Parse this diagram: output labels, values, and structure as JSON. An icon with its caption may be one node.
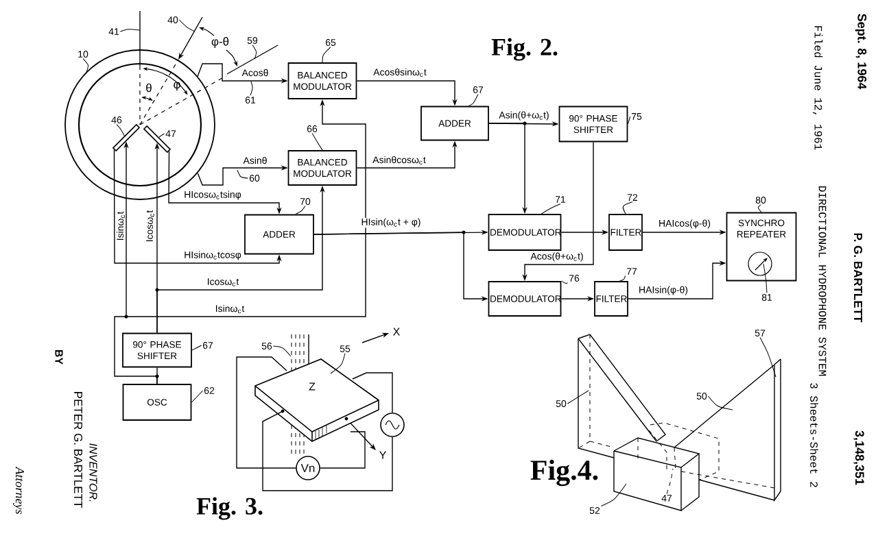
{
  "diagram": {
    "nodes": [
      {
        "text": [],
        "shape": "circle"
      },
      {
        "text": [],
        "shape": "bar",
        "in": 0
      },
      {
        "text": [],
        "shape": "bar",
        "in": 0
      },
      {
        "text": [
          "BALANCED MODULATOR"
        ]
      },
      {
        "text": [
          "BALANCED MODULATOR"
        ]
      },
      {
        "text": [
          "ADDER"
        ]
      },
      {
        "text": [
          "90° PHASE SHIFTER"
        ]
      },
      {
        "text": [
          "ADDER"
        ]
      },
      {
        "text": [
          "DEMODULATOR"
        ]
      },
      {
        "text": [
          "FILTER"
        ]
      },
      {
        "text": [
          "SYNCHRO REPEATER"
        ]
      },
      {
        "text": [
          "DEMODULATOR"
        ]
      },
      {
        "text": [
          "FILTER"
        ]
      },
      {
        "text": [
          "90° PHASE SHIFTER"
        ]
      },
      {
        "text": [
          "OSC"
        ]
      },
      {
        "text": [],
        "shape": "plate"
      },
      {
        "text": [],
        "shape": "circle"
      },
      {
        "text": [
          "Vn"
        ]
      },
      {
        "text": [
          "10"
        ]
      },
      {
        "text": [
          "46"
        ],
        "in": 0
      },
      {
        "text": [
          "47"
        ],
        "in": 0
      },
      {
        "text": [
          "41"
        ]
      },
      {
        "text": [
          "40"
        ]
      },
      {
        "text": [
          "59"
        ]
      },
      {
        "text": [
          "65"
        ]
      },
      {
        "text": [
          "61"
        ]
      },
      {
        "text": [
          "66"
        ]
      },
      {
        "text": [
          "60"
        ]
      },
      {
        "text": [
          "67"
        ]
      },
      {
        "text": [
          "75"
        ]
      },
      {
        "text": [
          "70"
        ]
      },
      {
        "text": [
          "71"
        ]
      },
      {
        "text": [
          "72"
        ]
      },
      {
        "text": [
          "80"
        ]
      },
      {
        "text": [
          "81"
        ]
      },
      {
        "text": [
          "76"
        ]
      },
      {
        "text": [
          "77"
        ]
      },
      {
        "text": [
          "67"
        ]
      },
      {
        "text": [
          "62"
        ]
      },
      {
        "text": [
          "56"
        ]
      },
      {
        "text": [
          "55"
        ]
      },
      {
        "text": [
          "50"
        ]
      },
      {
        "text": [
          "57"
        ]
      },
      {
        "text": [
          "50"
        ]
      },
      {
        "text": [
          "47"
        ]
      },
      {
        "text": [
          "52"
        ]
      }
    ],
    "edges": [
      {
        "from": 0,
        "to": 3,
        "arrow": "to",
        "label": "Acosθ"
      },
      {
        "from": 0,
        "to": 4,
        "arrow": "to",
        "label": "Asinθ"
      },
      {
        "from": 3,
        "to": 5,
        "arrow": "to",
        "label": "Acosθsinω$_{c}$t"
      },
      {
        "from": 4,
        "to": 5,
        "arrow": "to",
        "label": "Asinθcosω$_{c}$t"
      },
      {
        "from": 5,
        "to": 6,
        "arrow": "to",
        "label": "Asin(θ+ω$_{c}$t)"
      },
      {
        "from": 5,
        "to": 8,
        "arrow": "to"
      },
      {
        "from": 6,
        "to": 11,
        "arrow": "to",
        "label": "Acos(θ+ω$_{c}$t)"
      },
      {
        "from": 7,
        "to": 8,
        "arrow": "to",
        "label": "HIsin(ω$_{c}$t + φ)"
      },
      {
        "from": 7,
        "to": 11,
        "arrow": "to"
      },
      {
        "from": 8,
        "to": 9,
        "arrow": "to"
      },
      {
        "from": 9,
        "to": 10,
        "arrow": "to",
        "label": "HAIcos(φ-θ)"
      },
      {
        "from": 11,
        "to": 12,
        "arrow": "to"
      },
      {
        "from": 12,
        "to": 10,
        "arrow": "to",
        "label": "HAIsin(φ-θ)"
      },
      {
        "from": 2,
        "to": 7,
        "arrow": "to",
        "label": "HIcosω$_{c}$tsinφ"
      },
      {
        "from": 1,
        "to": 7,
        "arrow": "to",
        "label": "HIsinω$_{c}$tcosφ"
      },
      {
        "from": 14,
        "to": 1,
        "arrow": "to",
        "label": "Isinω$_{c}$t"
      },
      {
        "from": 14,
        "to": 3,
        "arrow": "to",
        "label": "Isinω$_{c}$t"
      },
      {
        "from": 14,
        "to": 13,
        "arrow": "none"
      },
      {
        "from": 13,
        "to": 2,
        "arrow": "to",
        "label": "Icosω$_{c}$t"
      },
      {
        "from": 13,
        "to": 4,
        "arrow": "to",
        "label": "Icosω$_{c}$t"
      },
      {
        "from": 15,
        "to": 17,
        "arrow": "none"
      },
      {
        "from": 15,
        "to": 17,
        "arrow": "none"
      },
      {
        "from": 15,
        "to": 16,
        "arrow": "none"
      },
      {
        "from": 15,
        "to": 16,
        "arrow": "none"
      },
      {
        "from": 18,
        "to": 0,
        "arrow": "none"
      },
      {
        "from": 19,
        "to": 1,
        "arrow": "none"
      },
      {
        "from": 20,
        "to": 2,
        "arrow": "none"
      },
      {
        "from": 21,
        "to": null,
        "arrow": "none"
      },
      {
        "from": 22,
        "to": null,
        "arrow": "none"
      },
      {
        "from": 23,
        "to": null,
        "arrow": "none"
      },
      {
        "from": 24,
        "to": 3,
        "arrow": "none"
      },
      {
        "from": 25,
        "to": null,
        "arrow": "none"
      },
      {
        "from": 26,
        "to": 4,
        "arrow": "none"
      },
      {
        "from": 27,
        "to": null,
        "arrow": "none"
      },
      {
        "from": 28,
        "to": 5,
        "arrow": "none"
      },
      {
        "from": 29,
        "to": 6,
        "arrow": "none"
      },
      {
        "from": 30,
        "to": 7,
        "arrow": "none"
      },
      {
        "from": 31,
        "to": 8,
        "arrow": "none"
      },
      {
        "from": 32,
        "to": 9,
        "arrow": "none"
      },
      {
        "from": 33,
        "to": 10,
        "arrow": "none"
      },
      {
        "from": 34,
        "to": 10,
        "arrow": "none"
      },
      {
        "from": 35,
        "to": 11,
        "arrow": "none"
      },
      {
        "from": 36,
        "to": 12,
        "arrow": "none"
      },
      {
        "from": 37,
        "to": 13,
        "arrow": "none"
      },
      {
        "from": 38,
        "to": 14,
        "arrow": "none"
      },
      {
        "from": 39,
        "to": null,
        "arrow": "none"
      },
      {
        "from": 40,
        "to": 15,
        "arrow": "none"
      },
      {
        "from": 41,
        "to": null,
        "arrow": "none"
      },
      {
        "from": 42,
        "to": null,
        "arrow": "none"
      },
      {
        "from": 43,
        "to": null,
        "arrow": "none"
      },
      {
        "from": 44,
        "to": null,
        "arrow": "none",
        "style": "dashed"
      },
      {
        "from": 45,
        "to": null,
        "arrow": "none"
      }
    ],
    "labels": [
      "Sept. 8, 1964",
      "Filed June 12, 1961",
      "P. G. BARTLETT",
      "DIRECTIONAL HYDROPHONE SYSTEM",
      "3,148,351",
      "3 Sheets-Sheet 2",
      "φ-θ",
      "Fig. 2.",
      "θ",
      "φ",
      "Z",
      "X",
      "Y",
      "Fig. 3.",
      "Fig.4.",
      "INVENTOR.",
      "PETER G. BARTLETT",
      "BY",
      "Attorneys"
    ]
  }
}
